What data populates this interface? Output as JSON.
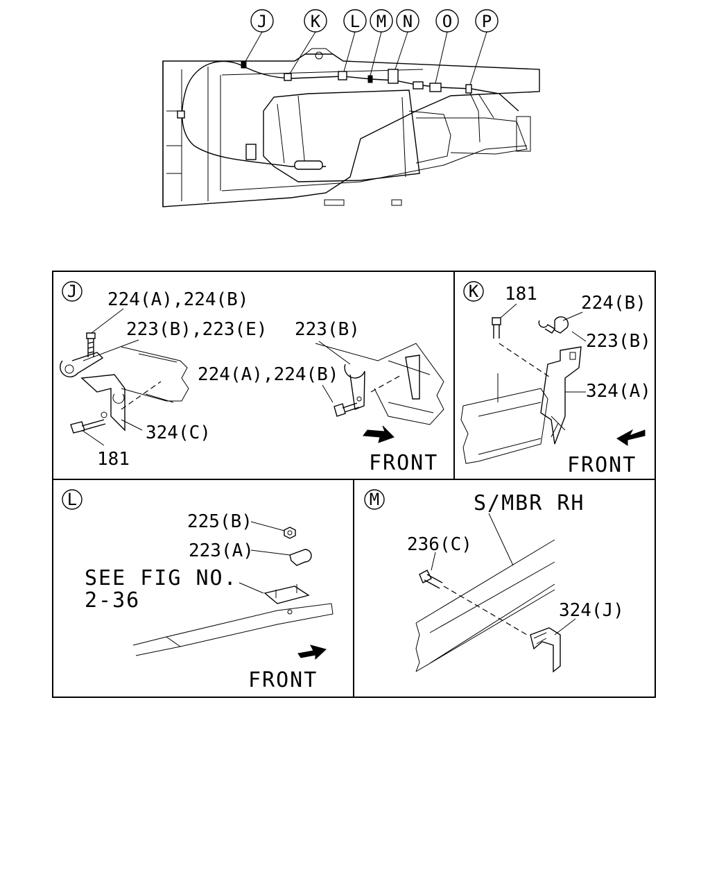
{
  "overview": {
    "callouts": [
      "J",
      "K",
      "L",
      "M",
      "N",
      "O",
      "P"
    ]
  },
  "panel_j": {
    "tag": "J",
    "labels": {
      "bolt_a": "224(A),224(B)",
      "clip_a": "223(B),223(E)",
      "clip_b": "223(B)",
      "bolt_b": "224(A),224(B)",
      "bracket": "324(C)",
      "bolt_181": "181"
    },
    "front": "FRONT"
  },
  "panel_k": {
    "tag": "K",
    "labels": {
      "bolt_181": "181",
      "bolt": "224(B)",
      "clip": "223(B)",
      "bracket": "324(A)"
    },
    "front": "FRONT"
  },
  "panel_l": {
    "tag": "L",
    "labels": {
      "nut": "225(B)",
      "clip": "223(A)",
      "see_fig_1": "SEE FIG NO.",
      "see_fig_2": "2-36"
    },
    "front": "FRONT"
  },
  "panel_m": {
    "tag": "M",
    "labels": {
      "member": "S/MBR RH",
      "bolt": "236(C)",
      "bracket": "324(J)"
    }
  }
}
